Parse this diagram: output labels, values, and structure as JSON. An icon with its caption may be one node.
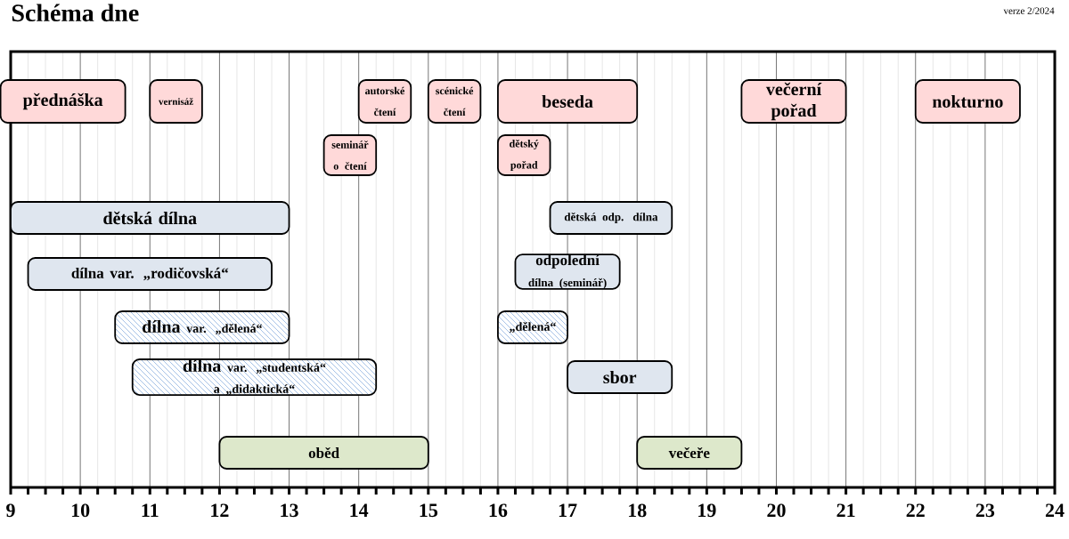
{
  "diagram": {
    "title": "Schéma dne",
    "nodes": [
      {
        "text": [
          "přednáška"
        ]
      },
      {
        "text": [
          "vernisáž"
        ]
      },
      {
        "text": [
          "autorské čtení"
        ]
      },
      {
        "text": [
          "scénické čtení"
        ]
      },
      {
        "text": [
          "beseda"
        ]
      },
      {
        "text": [
          "večerní pořad"
        ]
      },
      {
        "text": [
          "nokturno"
        ]
      },
      {
        "text": [
          "seminář o čtení"
        ]
      },
      {
        "text": [
          "dětský pořad"
        ]
      },
      {
        "text": [
          "dětská dílna"
        ]
      },
      {
        "text": [
          "dětská odp. dílna"
        ]
      },
      {
        "text": [
          "dílna var. „rodičovská“"
        ]
      },
      {
        "text": [
          "odpolední",
          "dílna (seminář)"
        ]
      },
      {
        "text": [
          "dílna",
          "var. „dělená“"
        ]
      },
      {
        "text": [
          "„dělená“"
        ]
      },
      {
        "text": [
          "dílna",
          "var. „studentská“ a „didaktická“"
        ]
      },
      {
        "text": [
          "sbor"
        ]
      },
      {
        "text": [
          "oběd"
        ]
      },
      {
        "text": [
          "večeře"
        ]
      }
    ],
    "labels": [
      "verze 2/2024",
      "9",
      "10",
      "11",
      "12",
      "13",
      "14",
      "15",
      "16",
      "17",
      "18",
      "19",
      "20",
      "21",
      "22",
      "23",
      "24"
    ]
  }
}
